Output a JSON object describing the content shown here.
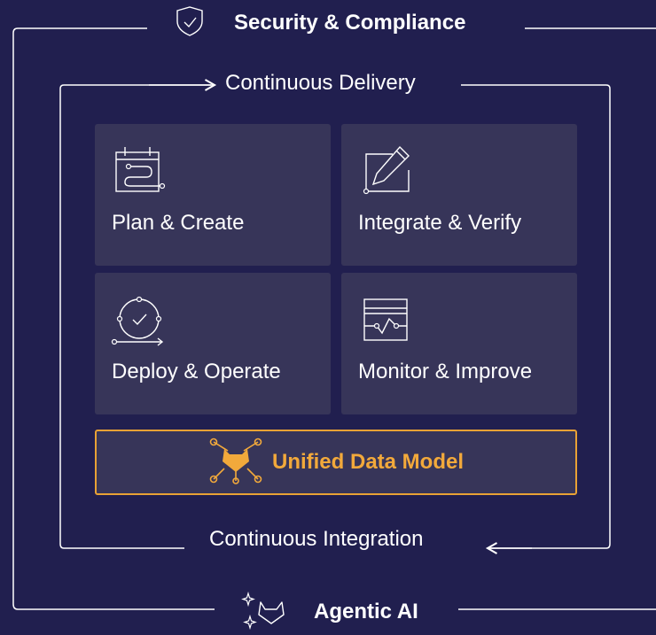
{
  "outer": {
    "title": "Security & Compliance",
    "bottom_label": "Agentic AI"
  },
  "inner": {
    "top_label": "Continuous Delivery",
    "bottom_label": "Continuous Integration"
  },
  "cards": [
    {
      "label": "Plan & Create",
      "icon": "calendar-icon"
    },
    {
      "label": "Integrate & Verify",
      "icon": "pencil-edit-icon"
    },
    {
      "label": "Deploy & Operate",
      "icon": "deploy-cycle-icon"
    },
    {
      "label": "Monitor & Improve",
      "icon": "monitor-pulse-icon"
    }
  ],
  "data_model": {
    "label": "Unified Data Model",
    "icon": "fox-network-icon"
  },
  "colors": {
    "background": "#211f4f",
    "card": "#373559",
    "accent": "#f2a93b",
    "line": "#ffffff"
  }
}
